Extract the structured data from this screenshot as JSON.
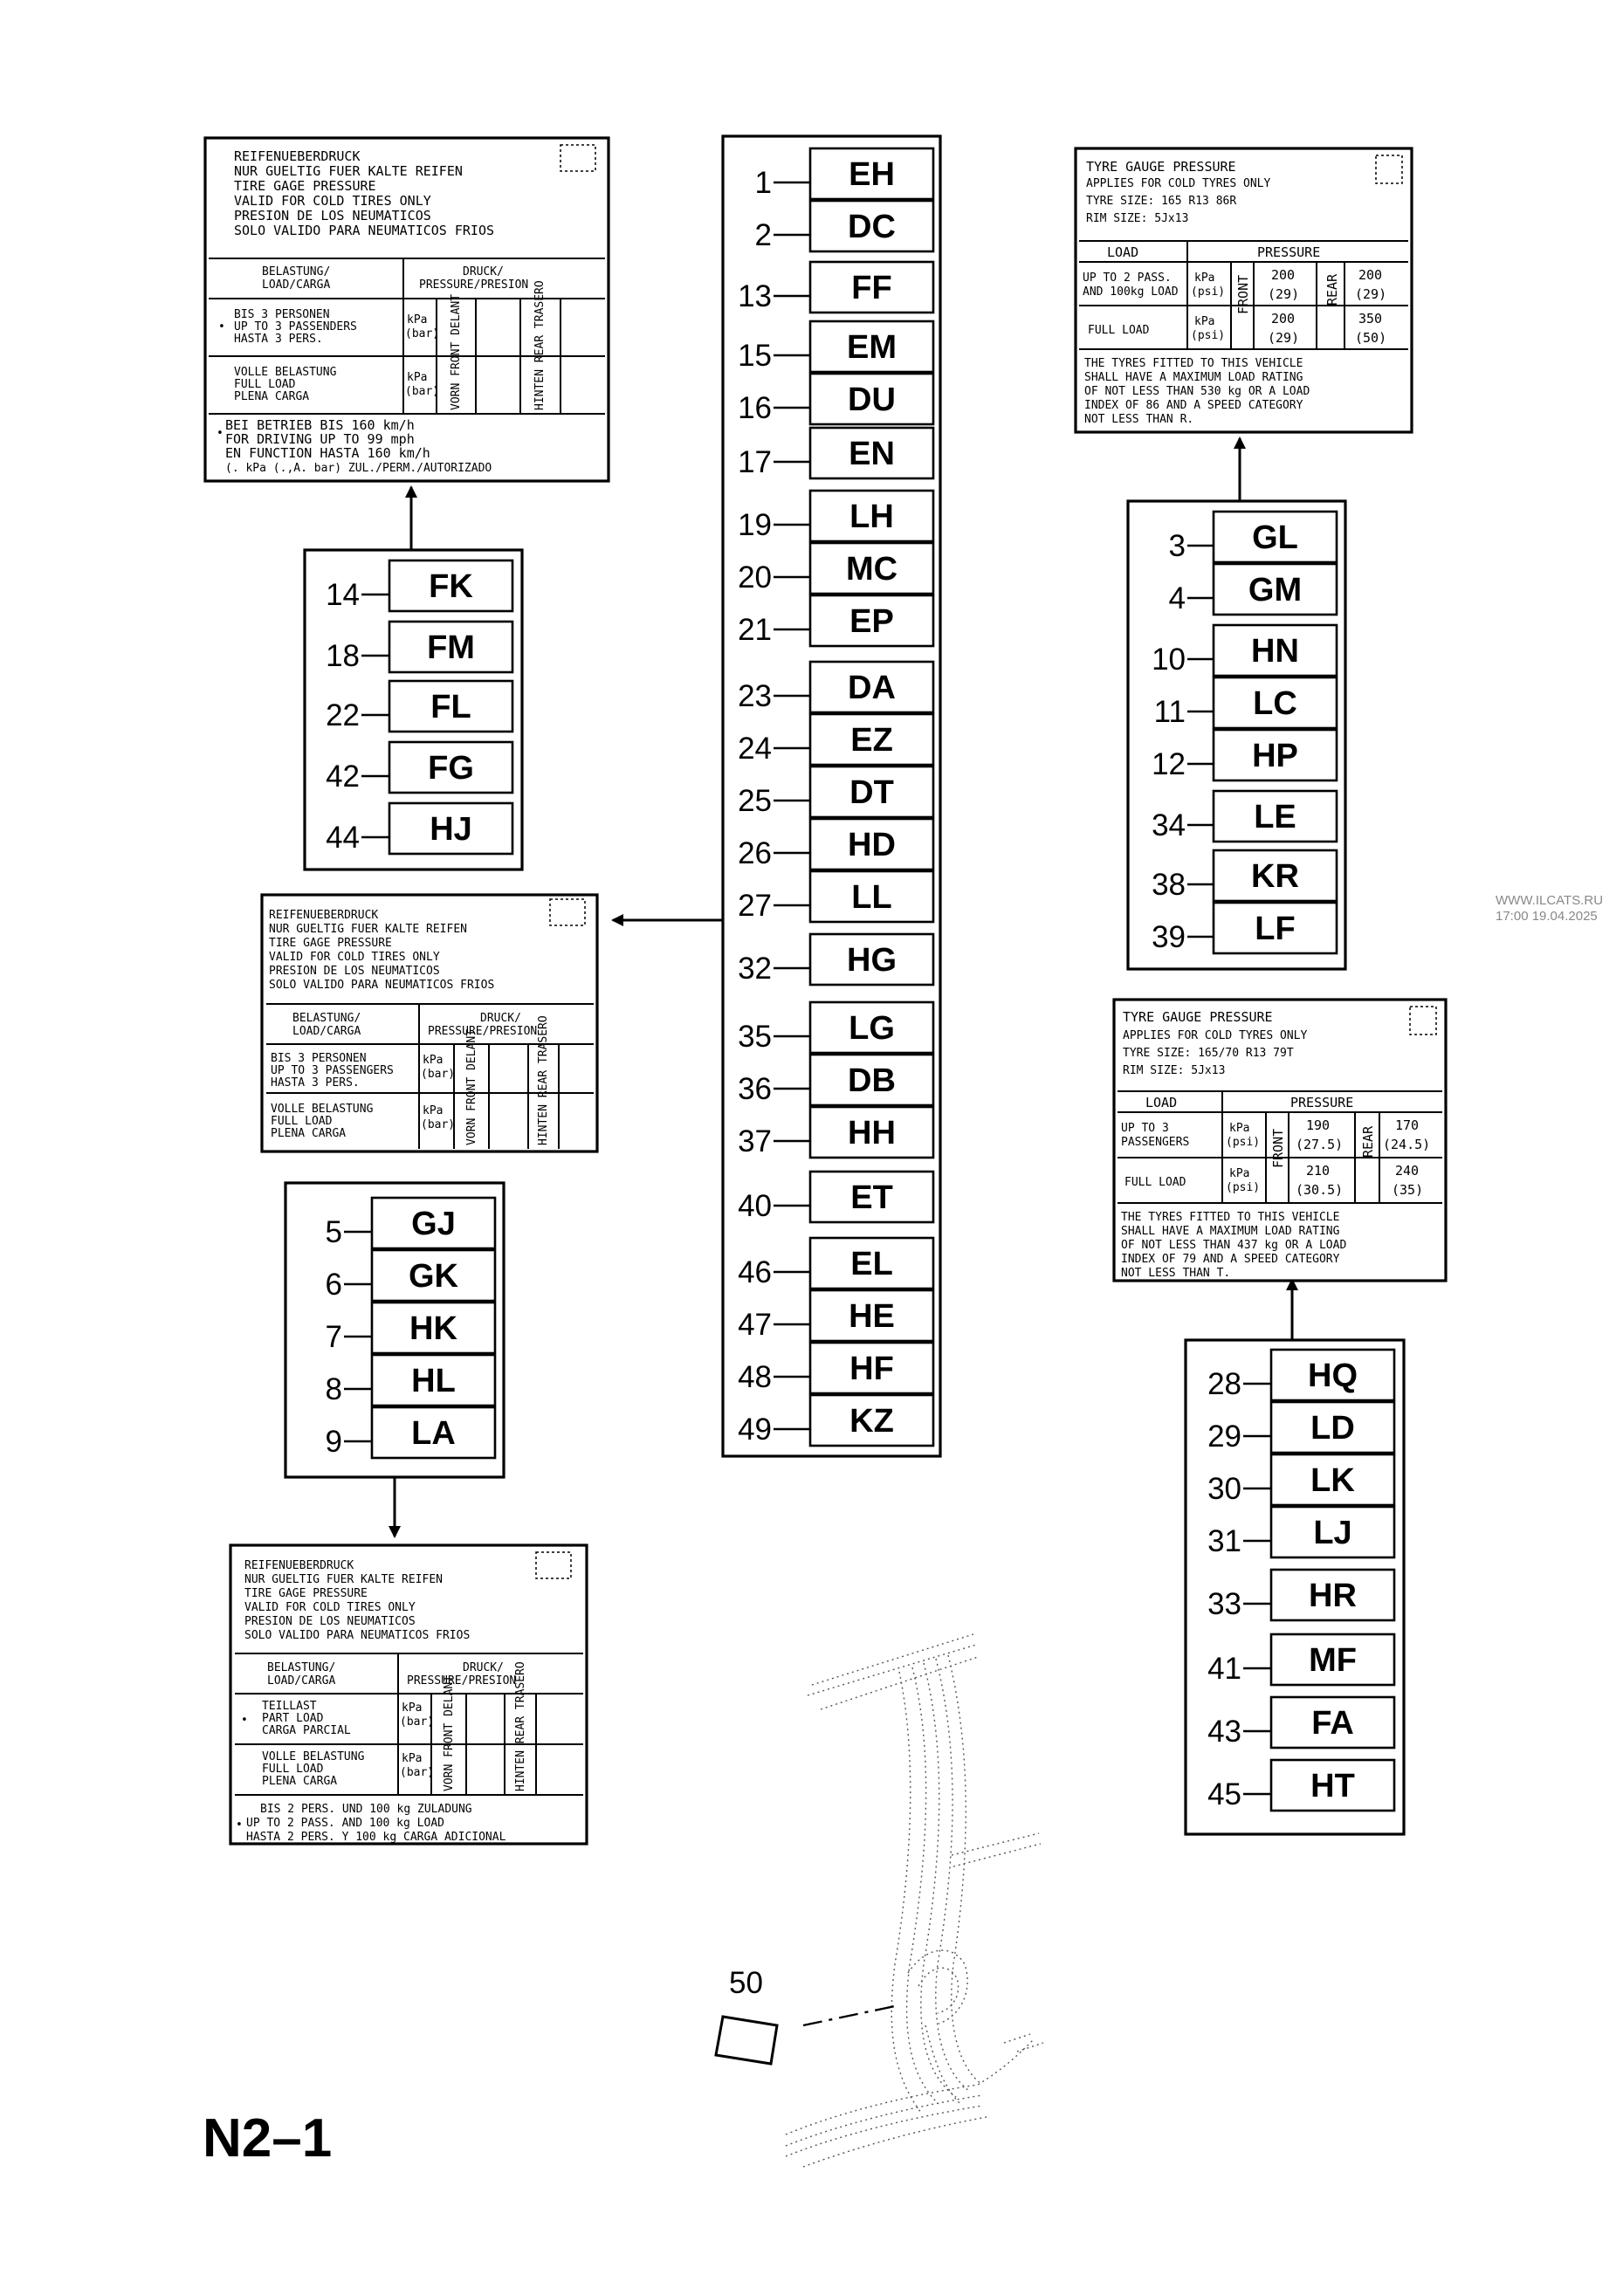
{
  "page_title": "N2–1",
  "watermark": [
    "WWW.ILCATS.RU",
    "17:00 19.04.2025"
  ],
  "center_column": [
    {
      "n": "1",
      "code": "EH"
    },
    {
      "n": "2",
      "code": "DC"
    },
    {
      "n": "13",
      "code": "FF"
    },
    {
      "n": "15",
      "code": "EM"
    },
    {
      "n": "16",
      "code": "DU"
    },
    {
      "n": "17",
      "code": "EN"
    },
    {
      "n": "19",
      "code": "LH"
    },
    {
      "n": "20",
      "code": "MC"
    },
    {
      "n": "21",
      "code": "EP"
    },
    {
      "n": "23",
      "code": "DA"
    },
    {
      "n": "24",
      "code": "EZ"
    },
    {
      "n": "25",
      "code": "DT"
    },
    {
      "n": "26",
      "code": "HD"
    },
    {
      "n": "27",
      "code": "LL"
    },
    {
      "n": "32",
      "code": "HG"
    },
    {
      "n": "35",
      "code": "LG"
    },
    {
      "n": "36",
      "code": "DB"
    },
    {
      "n": "37",
      "code": "HH"
    },
    {
      "n": "40",
      "code": "ET"
    },
    {
      "n": "46",
      "code": "EL"
    },
    {
      "n": "47",
      "code": "HE"
    },
    {
      "n": "48",
      "code": "HF"
    },
    {
      "n": "49",
      "code": "KZ"
    }
  ],
  "group_fk": [
    {
      "n": "14",
      "code": "FK"
    },
    {
      "n": "18",
      "code": "FM"
    },
    {
      "n": "22",
      "code": "FL"
    },
    {
      "n": "42",
      "code": "FG"
    },
    {
      "n": "44",
      "code": "HJ"
    }
  ],
  "group_gj": [
    {
      "n": "5",
      "code": "GJ"
    },
    {
      "n": "6",
      "code": "GK"
    },
    {
      "n": "7",
      "code": "HK"
    },
    {
      "n": "8",
      "code": "HL"
    },
    {
      "n": "9",
      "code": "LA"
    }
  ],
  "group_gl": [
    {
      "n": "3",
      "code": "GL"
    },
    {
      "n": "4",
      "code": "GM"
    },
    {
      "n": "10",
      "code": "HN"
    },
    {
      "n": "11",
      "code": "LC"
    },
    {
      "n": "12",
      "code": "HP"
    },
    {
      "n": "34",
      "code": "LE"
    },
    {
      "n": "38",
      "code": "KR"
    },
    {
      "n": "39",
      "code": "LF"
    }
  ],
  "group_hq": [
    {
      "n": "28",
      "code": "HQ"
    },
    {
      "n": "29",
      "code": "LD"
    },
    {
      "n": "30",
      "code": "LK"
    },
    {
      "n": "31",
      "code": "LJ"
    },
    {
      "n": "33",
      "code": "HR"
    },
    {
      "n": "41",
      "code": "MF"
    },
    {
      "n": "43",
      "code": "FA"
    },
    {
      "n": "45",
      "code": "HT"
    }
  ],
  "part_50": "50",
  "label_a": {
    "lines": [
      "REIFENUEBERDRUCK",
      "NUR GUELTIG FUER KALTE REIFEN",
      "TIRE GAGE PRESSURE",
      "VALID FOR COLD TIRES ONLY",
      "PRESION DE LOS NEUMATICOS",
      "SOLO VALIDO PARA NEUMATICOS FRIOS"
    ],
    "head_left": [
      "BELASTUNG/",
      "LOAD/CARGA"
    ],
    "head_right": [
      "DRUCK/",
      "PRESSURE/PRESION"
    ],
    "row1": [
      "BIS 3 PERSONEN",
      "UP TO 3 PASSENDERS",
      "HASTA 3 PERS."
    ],
    "row2": [
      "VOLLE BELASTUNG",
      "FULL LOAD",
      "PLENA CARGA"
    ],
    "unit_kpa": "kPa",
    "unit_bar": "(bar)",
    "front": "VORN FRONT DELANT",
    "rear": "HINTEN REAR TRASERO",
    "footer": [
      "BEI BETRIEB BIS 160 km/h",
      "FOR DRIVING UP TO 99 mph",
      "EN FUNCTION HASTA 160 km/h",
      "(. kPa (.,A. bar) ZUL./PERM./AUTORIZADO"
    ]
  },
  "label_b": {
    "lines": [
      "REIFENUEBERDRUCK",
      "NUR GUELTIG FUER KALTE REIFEN",
      "TIRE GAGE PRESSURE",
      "VALID FOR COLD TIRES ONLY",
      "PRESION DE LOS NEUMATICOS",
      "SOLO VALIDO PARA NEUMATICOS FRIOS"
    ],
    "head_left": [
      "BELASTUNG/",
      "LOAD/CARGA"
    ],
    "head_right": [
      "DRUCK/",
      "PRESSURE/PRESION"
    ],
    "row1": [
      "BIS 3 PERSONEN",
      "UP TO 3 PASSENGERS",
      "HASTA 3 PERS."
    ],
    "row2": [
      "VOLLE BELASTUNG",
      "FULL LOAD",
      "PLENA CARGA"
    ],
    "unit_kpa": "kPa",
    "unit_bar": "(bar)",
    "front": "VORN FRONT DELANT",
    "rear": "HINTEN REAR TRASERO"
  },
  "label_c": {
    "lines": [
      "REIFENUEBERDRUCK",
      "NUR GUELTIG FUER KALTE REIFEN",
      "TIRE GAGE PRESSURE",
      "VALID FOR COLD TIRES ONLY",
      "PRESION DE LOS NEUMATICOS",
      "SOLO VALIDO PARA NEUMATICOS FRIOS"
    ],
    "head_left": [
      "BELASTUNG/",
      "LOAD/CARGA"
    ],
    "head_right": [
      "DRUCK/",
      "PRESSURE/PRESION"
    ],
    "row1": [
      "TEILLAST",
      "PART LOAD",
      "CARGA PARCIAL"
    ],
    "row2": [
      "VOLLE BELASTUNG",
      "FULL LOAD",
      "PLENA CARGA"
    ],
    "unit_kpa": "kPa",
    "unit_bar": "(bar)",
    "front": "VORN FRONT DELANT",
    "rear": "HINTEN REAR TRASERO",
    "footer": [
      "BIS 2 PERS. UND 100 kg ZULADUNG",
      "UP TO 2 PASS. AND 100 kg LOAD",
      "HASTA 2 PERS. Y 100 kg CARGA ADICIONAL"
    ]
  },
  "label_d": {
    "lines": [
      "TYRE GAUGE PRESSURE",
      "APPLIES FOR COLD TYRES ONLY",
      "TYRE SIZE: 165 R13 86R",
      "RIM SIZE: 5Jx13"
    ],
    "load": "LOAD",
    "pressure": "PRESSURE",
    "row1": [
      "UP TO 2 PASS.",
      "AND 100kg LOAD"
    ],
    "row2": [
      "FULL LOAD"
    ],
    "unit_kpa": "kPa",
    "unit_psi": "(psi)",
    "front": "FRONT",
    "rear": "REAR",
    "r1_front": [
      "200",
      "(29)"
    ],
    "r1_rear": [
      "200",
      "(29)"
    ],
    "r2_front": [
      "200",
      "(29)"
    ],
    "r2_rear": [
      "350",
      "(50)"
    ],
    "footer": [
      "THE TYRES FITTED TO THIS VEHICLE",
      "SHALL HAVE A MAXIMUM LOAD RATING",
      "OF NOT LESS THAN 530 kg OR A LOAD",
      "INDEX OF 86 AND A SPEED CATEGORY",
      "NOT LESS THAN R."
    ]
  },
  "label_e": {
    "lines": [
      "TYRE GAUGE PRESSURE",
      "APPLIES FOR COLD TYRES ONLY",
      "TYRE SIZE: 165/70 R13 79T",
      "RIM SIZE: 5Jx13"
    ],
    "load": "LOAD",
    "pressure": "PRESSURE",
    "row1": [
      "UP TO 3",
      "PASSENGERS"
    ],
    "row2": [
      "FULL LOAD"
    ],
    "unit_kpa": "kPa",
    "unit_psi": "(psi)",
    "front": "FRONT",
    "rear": "REAR",
    "r1_front": [
      "190",
      "(27.5)"
    ],
    "r1_rear": [
      "170",
      "(24.5)"
    ],
    "r2_front": [
      "210",
      "(30.5)"
    ],
    "r2_rear": [
      "240",
      "(35)"
    ],
    "footer": [
      "THE TYRES FITTED TO THIS VEHICLE",
      "SHALL HAVE A MAXIMUM LOAD RATING",
      "OF NOT LESS THAN 437 kg OR A LOAD",
      "INDEX OF 79 AND A SPEED CATEGORY",
      "NOT LESS THAN T."
    ]
  }
}
